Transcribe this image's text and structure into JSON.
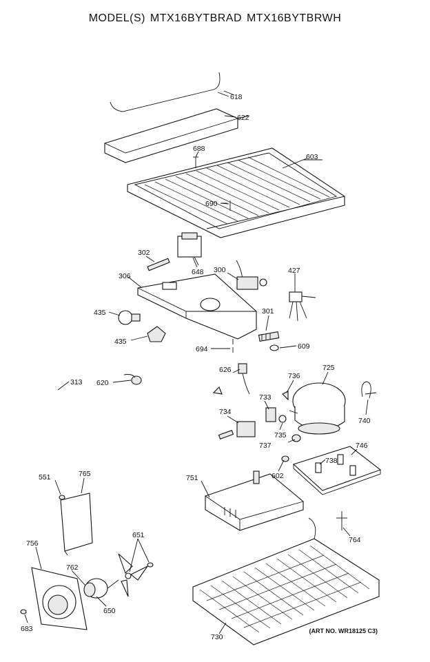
{
  "title": "MODEL(S) MTX16BYTBRAD  MTX16BYTBRWH",
  "art_number": "(ART NO. WR18125 C3)",
  "labels": {
    "p618": "618",
    "p622": "622",
    "p688": "688",
    "p603": "603",
    "p690": "690",
    "p302": "302",
    "p648": "648",
    "p300": "300",
    "p427": "427",
    "p306": "306",
    "p435a": "435",
    "p435b": "435",
    "p301": "301",
    "p609": "609",
    "p694": "694",
    "p313": "313",
    "p620": "620",
    "p626": "626",
    "p736": "736",
    "p725": "725",
    "p733": "733",
    "p740": "740",
    "p734": "734",
    "p735": "735",
    "p737": "737",
    "p738": "738",
    "p746": "746",
    "p602": "602",
    "p551": "551",
    "p765": "765",
    "p751": "751",
    "p764": "764",
    "p756": "756",
    "p651": "651",
    "p762": "762",
    "p650": "650",
    "p683": "683",
    "p730": "730"
  }
}
